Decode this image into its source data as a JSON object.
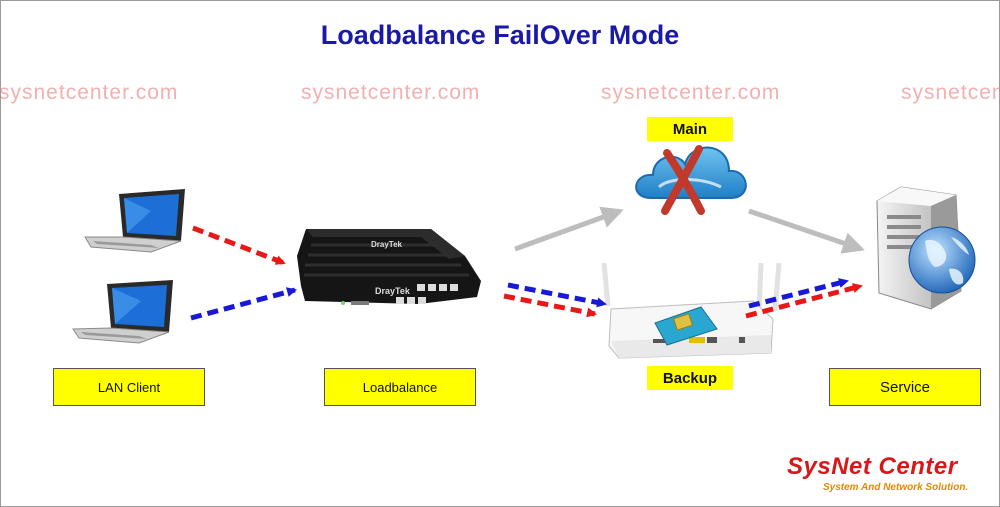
{
  "title": "Loadbalance FailOver Mode",
  "watermark": "sysnetcenter.com",
  "labels": {
    "lan_client": "LAN Client",
    "loadbalance": "Loadbalance",
    "service": "Service",
    "main": "Main",
    "backup": "Backup"
  },
  "brand": {
    "name": "SysNet Center",
    "tagline": "System And Network Solution."
  },
  "colors": {
    "title": "#1a1aa6",
    "label_fill": "#ffff00",
    "red_dash": "#e81818",
    "blue_dash": "#1818d8",
    "gray_arrow": "#bdbdbd",
    "brand": "#d81818",
    "watermark": "#f2b0b0"
  },
  "devices": {
    "router_brand": "DrayTek",
    "icons": [
      "laptop-icon",
      "laptop-icon",
      "router-icon",
      "cloud-icon",
      "fail-x-icon",
      "lte-router-icon",
      "sim-card-icon",
      "server-icon",
      "globe-icon"
    ]
  }
}
